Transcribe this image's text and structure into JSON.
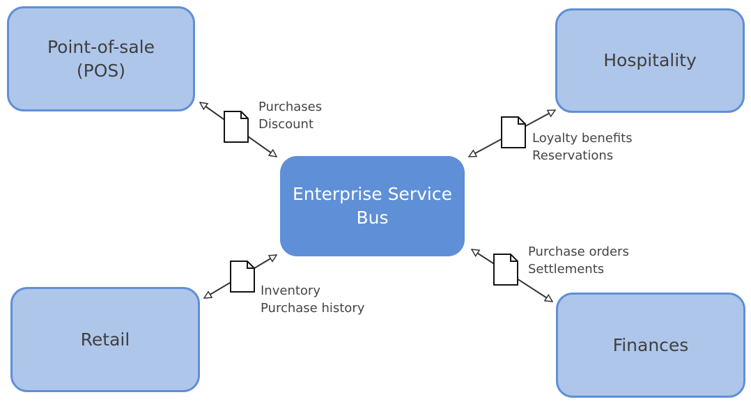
{
  "colors": {
    "node_fill": "#aec6ea",
    "node_border": "#5f8fd6",
    "hub_fill": "#5f8fd6",
    "hub_text": "#ffffff",
    "node_text": "#3f3f3f",
    "label_text": "#444444",
    "connector": "#333333"
  },
  "hub": {
    "label": "Enterprise Service\nBus"
  },
  "nodes": {
    "pos": {
      "label": "Point-of-sale\n(POS)"
    },
    "hospitality": {
      "label": "Hospitality"
    },
    "retail": {
      "label": "Retail"
    },
    "finances": {
      "label": "Finances"
    }
  },
  "connections": {
    "pos": {
      "line1": "Purchases",
      "line2": "Discount",
      "icon": "document-icon"
    },
    "hospitality": {
      "line1": "Loyalty benefits",
      "line2": "Reservations",
      "icon": "document-icon"
    },
    "retail": {
      "line1": "Inventory",
      "line2": "Purchase history",
      "icon": "document-icon"
    },
    "finances": {
      "line1": "Purchase orders",
      "line2": "Settlements",
      "icon": "document-icon"
    }
  }
}
